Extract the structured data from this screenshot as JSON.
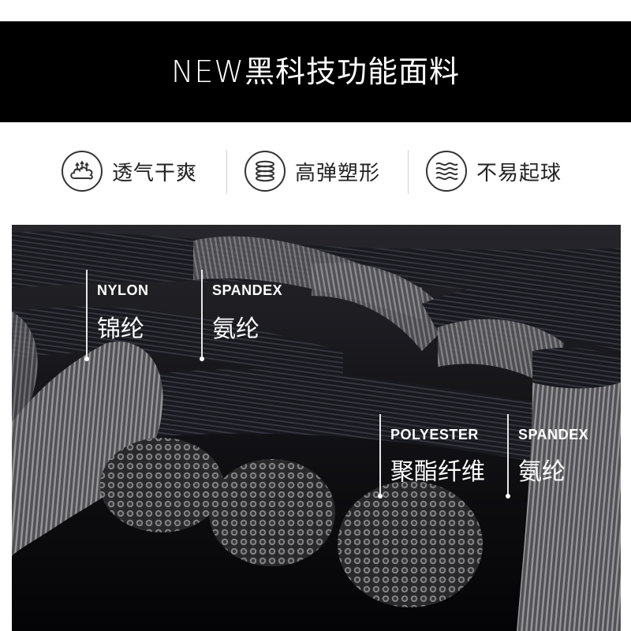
{
  "banner": {
    "title": "NEW黑科技功能面料"
  },
  "features": [
    {
      "icon": "breathable-cloud-icon",
      "label": "透气干爽"
    },
    {
      "icon": "coil-spring-icon",
      "label": "高弹塑形"
    },
    {
      "icon": "wave-lines-icon",
      "label": "不易起球"
    }
  ],
  "tags": [
    {
      "en": "NYLON",
      "zh": "锦纶"
    },
    {
      "en": "SPANDEX",
      "zh": "氨纶"
    },
    {
      "en": "POLYESTER",
      "zh": "聚酯纤维"
    },
    {
      "en": "SPANDEX",
      "zh": "氨纶"
    }
  ],
  "colors": {
    "banner_bg": "#000000",
    "fiber_gray": "#7a7a7a",
    "fiber_dark": "#1c1c24",
    "text": "#222222"
  }
}
